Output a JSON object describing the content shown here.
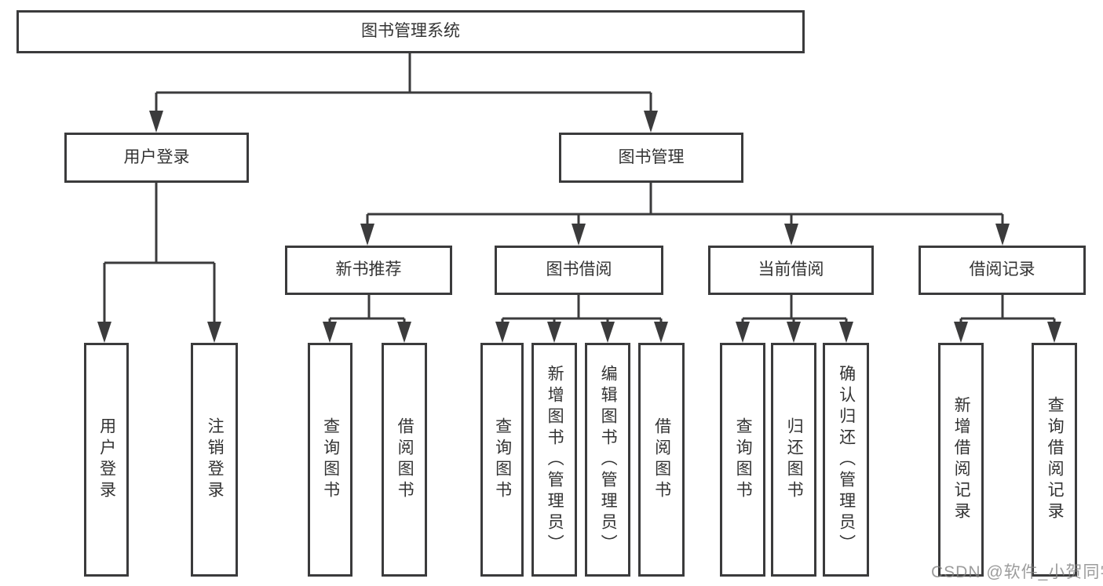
{
  "diagram": {
    "root": {
      "label": "图书管理系统"
    },
    "branches": [
      {
        "label": "用户登录",
        "children": [
          {
            "label": "用户登录"
          },
          {
            "label": "注销登录"
          }
        ]
      },
      {
        "label": "图书管理",
        "children": [
          {
            "label": "新书推荐",
            "children": [
              {
                "label": "查询图书"
              },
              {
                "label": "借阅图书"
              }
            ]
          },
          {
            "label": "图书借阅",
            "children": [
              {
                "label": "查询图书"
              },
              {
                "label": "新增图书（管理员）"
              },
              {
                "label": "编辑图书（管理员）"
              },
              {
                "label": "借阅图书"
              }
            ]
          },
          {
            "label": "当前借阅",
            "children": [
              {
                "label": "查询图书"
              },
              {
                "label": "归还图书"
              },
              {
                "label": "确认归还（管理员）"
              }
            ]
          },
          {
            "label": "借阅记录",
            "children": [
              {
                "label": "新增借阅记录"
              },
              {
                "label": "查询借阅记录"
              }
            ]
          }
        ]
      }
    ],
    "watermark": "CSDN @软件_小贺同学",
    "colors": {
      "line": "#3b3b3c",
      "text": "#333333",
      "watermark": "#808080",
      "background": "#ffffff"
    }
  }
}
